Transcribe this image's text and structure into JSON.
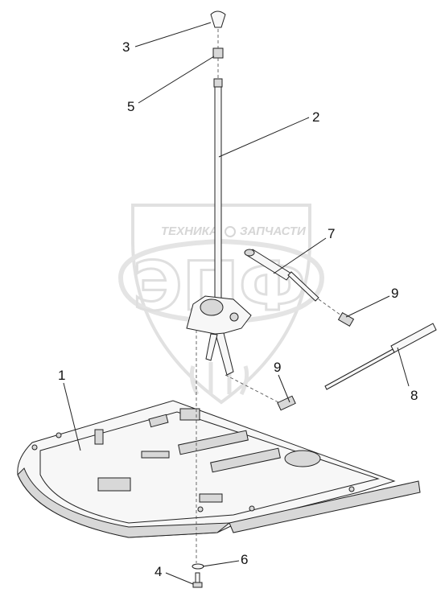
{
  "watermark": {
    "left_word": "ТЕХНИКА",
    "right_word": "ЗАПЧАСТИ",
    "logo_letters": "ЭПФ"
  },
  "callouts": [
    {
      "id": "1",
      "label": "1"
    },
    {
      "id": "2",
      "label": "2"
    },
    {
      "id": "3",
      "label": "3"
    },
    {
      "id": "4",
      "label": "4"
    },
    {
      "id": "5",
      "label": "5"
    },
    {
      "id": "6",
      "label": "6"
    },
    {
      "id": "7",
      "label": "7"
    },
    {
      "id": "8",
      "label": "8"
    },
    {
      "id": "9a",
      "label": "9"
    },
    {
      "id": "9b",
      "label": "9"
    }
  ]
}
